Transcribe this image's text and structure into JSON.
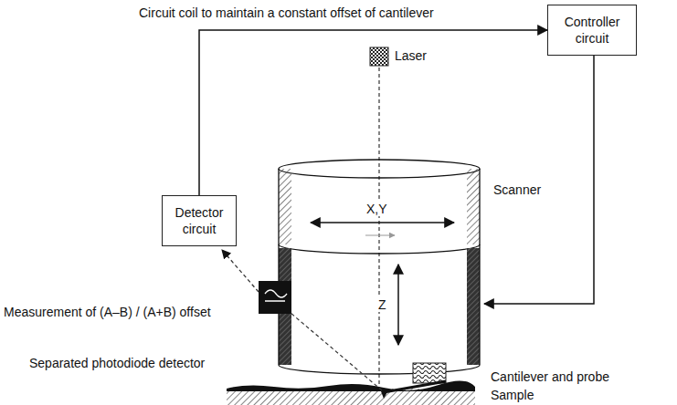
{
  "diagram": {
    "nodes": [
      {
        "text": [
          "Controller circuit"
        ]
      },
      {
        "text": [
          "Detector circuit"
        ]
      }
    ],
    "edges": [
      {
        "from": 1,
        "to": 0,
        "arrow": "to",
        "label": "Circuit coil to maintain a constant offset of cantilever"
      }
    ],
    "labels": [
      "Laser",
      "X,Y",
      "Scanner",
      "Z",
      "Measurement of (A–B) / (A+B) offset",
      "Separated photodiode detector",
      "Cantilever and probe",
      "Sample"
    ]
  }
}
